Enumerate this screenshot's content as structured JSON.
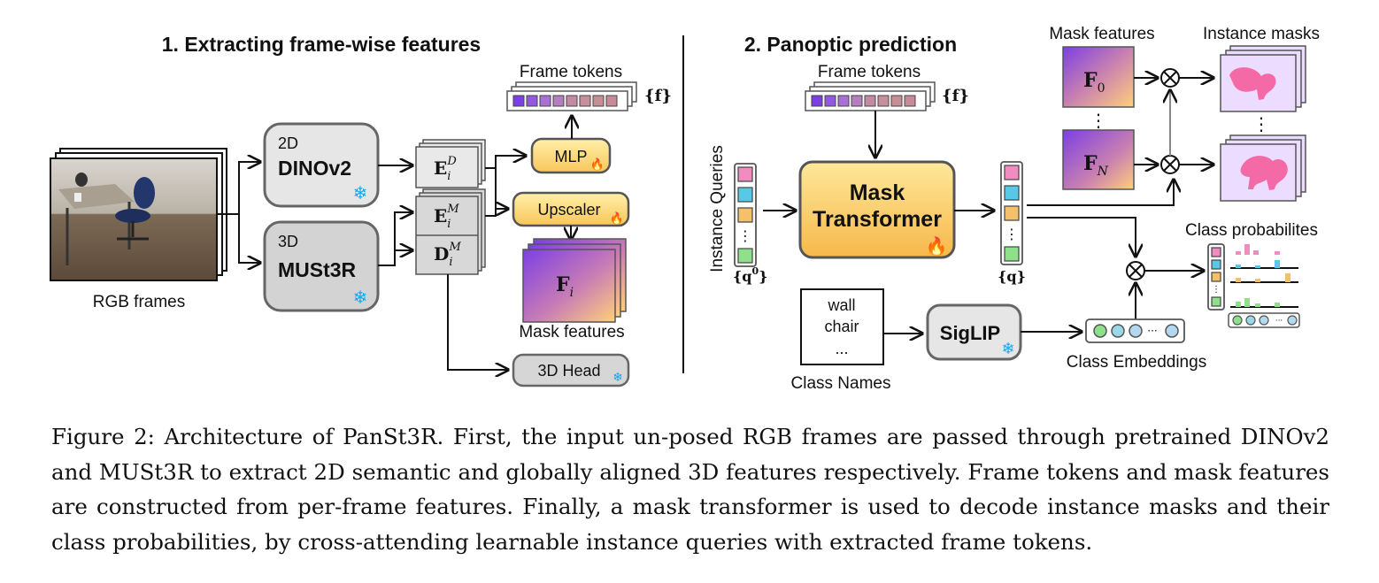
{
  "figure": {
    "section1_title": "1. Extracting frame-wise features",
    "section2_title": "2. Panoptic prediction",
    "rgb_frames_label": "RGB frames",
    "dino": {
      "tag": "2D",
      "name": "DINOv2"
    },
    "must3r": {
      "tag": "3D",
      "name": "MUSt3R"
    },
    "feat_ed": {
      "base": "E",
      "sub": "i",
      "sup": "D"
    },
    "feat_em": {
      "base": "E",
      "sub": "i",
      "sup": "M"
    },
    "feat_dm": {
      "base": "D",
      "sub": "i",
      "sup": "M"
    },
    "mlp_label": "MLP",
    "upscaler_label": "Upscaler",
    "frame_tokens_label_1": "Frame tokens",
    "frame_tokens_set_1": "{f}",
    "fi_base": "F",
    "fi_sub": "i",
    "mask_features_label_1": "Mask features",
    "head3d_label": "3D Head",
    "frame_tokens_label_2": "Frame tokens",
    "frame_tokens_set_2": "{f}",
    "instance_queries_label": "Instance Queries",
    "q0_set": "{q",
    "q0_sup": "0",
    "q0_close": "}",
    "q_set": "{q}",
    "mask_transformer_line1": "Mask",
    "mask_transformer_line2": "Transformer",
    "mask_features_label_2": "Mask features",
    "instance_masks_label": "Instance masks",
    "f0": {
      "base": "F",
      "sub": "0"
    },
    "fn": {
      "base": "F",
      "sub": "N"
    },
    "class_names_lines": [
      "wall",
      "chair",
      "..."
    ],
    "class_names_label": "Class Names",
    "siglip_label": "SigLIP",
    "class_embeddings_label": "Class Embeddings",
    "class_probabilities_label": "Class probabilites",
    "ellipsis_vertical": "⋮",
    "ellipsis_h": "···",
    "otimes": "⊗",
    "colors": {
      "query_pink": "#f08cc0",
      "query_cyan": "#58c8e6",
      "query_orange": "#f5c06a",
      "query_green": "#8ee08a",
      "token_purple": "#7b3fe4",
      "token_mauve": "#c48aa3",
      "box_gray": "#e3e3e3",
      "box_yellow": "#fde08a",
      "mask_bg": "#ecdcff",
      "mask_shape": "#f46aa6",
      "frost": "#1aa5ee",
      "fire": "#ff6a1a"
    }
  },
  "caption": {
    "text": "Figure 2: Architecture of PanSt3R. First, the input un-posed RGB frames are passed through pretrained DINOv2 and MUSt3R to extract 2D semantic and globally aligned 3D features respectively. Frame tokens and mask features are constructed from per-frame features. Finally, a mask transformer is used to decode instance masks and their class probabilities, by cross-attending learnable instance queries with extracted frame tokens."
  }
}
